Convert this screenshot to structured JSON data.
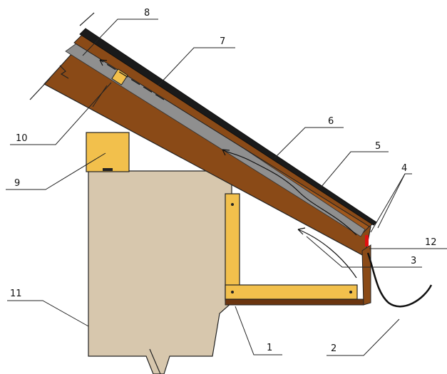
{
  "diagram": {
    "labels": {
      "l1": "1",
      "l2": "2",
      "l3": "3",
      "l4": "4",
      "l5": "5",
      "l6": "6",
      "l7": "7",
      "l8": "8",
      "l9": "9",
      "l10": "10",
      "l11": "11",
      "l12": "12"
    },
    "colors": {
      "timber": "#8a4a17",
      "timber_dark": "#6b3510",
      "membrane": "#8f8f8f",
      "batten": "#f2c04c",
      "wall": "#d7c7ad",
      "roofing": "#1a1a1a",
      "outline": "#222222"
    }
  }
}
